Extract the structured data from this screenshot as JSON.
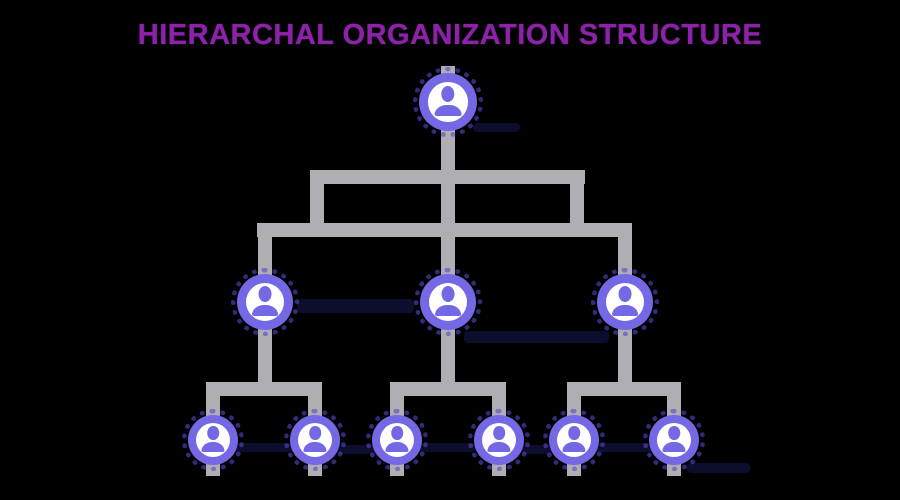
{
  "title": "HIERARCHAL ORGANIZATION STRUCTURE",
  "colors": {
    "background": "#000000",
    "title": "#8B22A8",
    "connector": "#AFAFB3",
    "node_fill": "#7468E4",
    "node_fringe": "#5848C8",
    "node_inner": "#FFFFFF",
    "icon": "#7468E4",
    "shadow_band": "#0D0D2E"
  },
  "diagram": {
    "type": "org-chart-tree",
    "icon": "person-icon",
    "levels": [
      {
        "level": 1,
        "node_count": 1
      },
      {
        "level": 2,
        "node_count": 3
      },
      {
        "level": 3,
        "node_count": 6
      }
    ],
    "hierarchy": {
      "id": "root",
      "children": [
        {
          "id": "manager-1",
          "children": [
            {
              "id": "employee-1"
            },
            {
              "id": "employee-2"
            }
          ]
        },
        {
          "id": "manager-2",
          "children": [
            {
              "id": "employee-3"
            },
            {
              "id": "employee-4"
            }
          ]
        },
        {
          "id": "manager-3",
          "children": [
            {
              "id": "employee-5"
            },
            {
              "id": "employee-6"
            }
          ]
        }
      ]
    }
  }
}
